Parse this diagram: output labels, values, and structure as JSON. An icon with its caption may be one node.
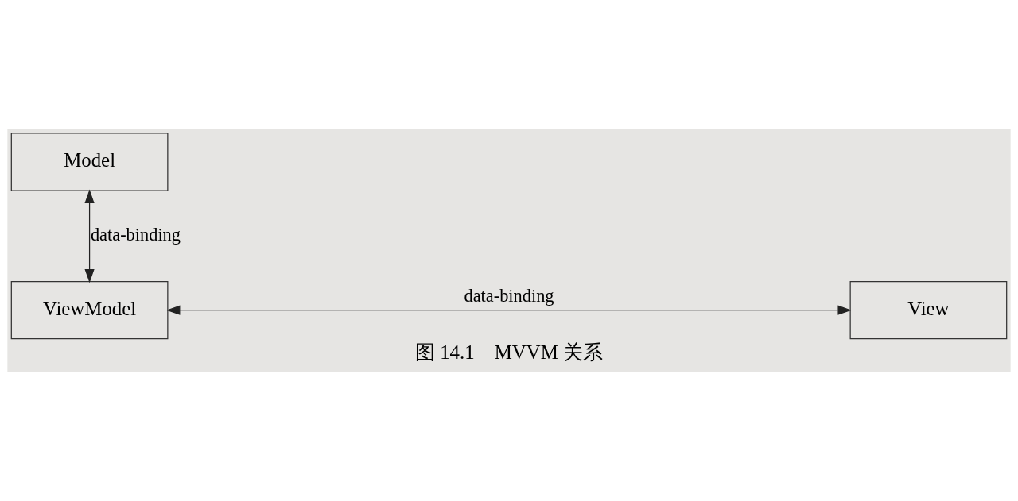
{
  "diagram": {
    "caption": "图 14.1　MVVM 关系",
    "nodes": [
      {
        "text": [
          "Model"
        ]
      },
      {
        "text": [
          "ViewModel"
        ]
      },
      {
        "text": [
          "View"
        ]
      }
    ],
    "edges": [
      {
        "from": 0,
        "to": 1,
        "arrow": "both",
        "label": "data-binding"
      },
      {
        "from": 1,
        "to": 2,
        "arrow": "both",
        "label": "data-binding"
      }
    ]
  }
}
